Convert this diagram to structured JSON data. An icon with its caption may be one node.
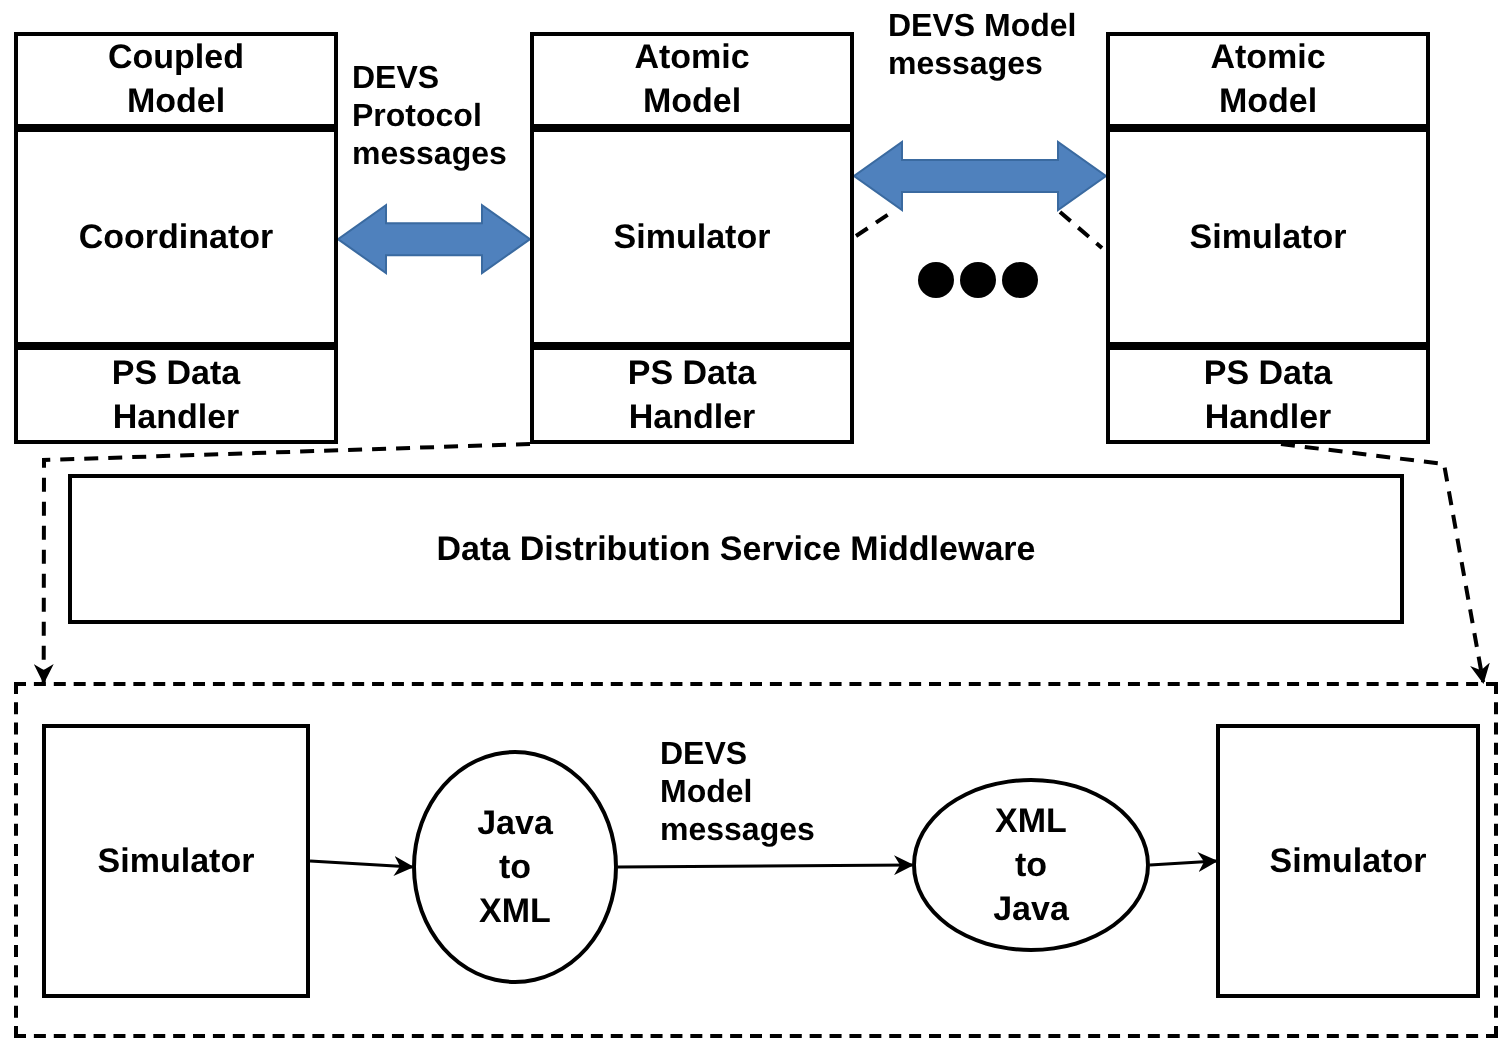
{
  "diagram": {
    "nodes": [
      {
        "text": [
          "Coupled Model"
        ]
      },
      {
        "text": [
          "Coordinator"
        ]
      },
      {
        "text": [
          "PS Data Handler"
        ]
      },
      {
        "text": [
          "Atomic Model"
        ]
      },
      {
        "text": [
          "Simulator"
        ]
      },
      {
        "text": [
          "PS Data Handler"
        ]
      },
      {
        "text": [
          "Atomic Model"
        ]
      },
      {
        "text": [
          "Simulator"
        ]
      },
      {
        "text": [
          "PS Data Handler"
        ]
      },
      {
        "text": [
          "Data Distribution Service Middleware"
        ]
      },
      {
        "text": [],
        "shape": "box"
      },
      {
        "text": [
          "Simulator"
        ],
        "in": 10
      },
      {
        "text": [
          "Java to XML"
        ],
        "in": 10
      },
      {
        "text": [
          "XML to Java"
        ],
        "in": 10
      },
      {
        "text": [
          "Simulator"
        ],
        "in": 10
      }
    ],
    "edges": [
      {
        "from": 1,
        "to": 4,
        "arrow": "both",
        "label": "DEVS Protocol messages",
        "style": "thick",
        "color": "#4f81bd"
      },
      {
        "from": 4,
        "to": 7,
        "arrow": "both",
        "label": "DEVS Model messages",
        "style": "thick",
        "color": "#4f81bd"
      },
      {
        "from": 5,
        "to": 10,
        "arrow": "to",
        "style": "dashed"
      },
      {
        "from": 8,
        "to": 10,
        "arrow": "to",
        "style": "dashed"
      },
      {
        "from": 11,
        "to": 12,
        "arrow": "to"
      },
      {
        "from": 12,
        "to": 13,
        "arrow": "to",
        "label": "DEVS Model messages"
      },
      {
        "from": 13,
        "to": 14,
        "arrow": "to"
      }
    ]
  }
}
